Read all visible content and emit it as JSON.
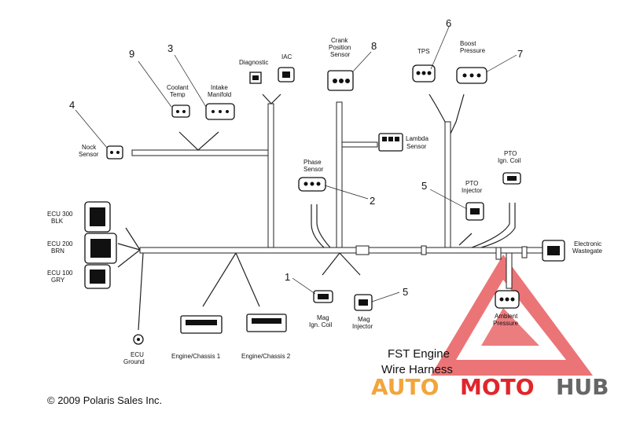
{
  "title": {
    "line1": "FST Engine",
    "line2": "Wire Harness"
  },
  "copyright": "© 2009 Polaris Sales Inc.",
  "watermark": {
    "part1": "AUTO",
    "part2": "MOTO",
    "part3": "HUB",
    "color_red": "#e0262a",
    "color_orange": "#f2a53a",
    "color_gray": "#666666"
  },
  "labels": {
    "diagnostic": "Diagnostic",
    "iac": "IAC",
    "crank": [
      "Crank",
      "Position",
      "Sensor"
    ],
    "tps": "TPS",
    "boost": [
      "Boost",
      "Pressure"
    ],
    "coolant": [
      "Coolant",
      "Temp"
    ],
    "intake": [
      "Intake",
      "Manifold"
    ],
    "nock": [
      "Nock",
      "Sensor"
    ],
    "lambda": [
      "Lambda",
      "Sensor"
    ],
    "phase": [
      "Phase",
      "Sensor"
    ],
    "pto_coil": [
      "PTO",
      "Ign. Coil"
    ],
    "pto_inj": [
      "PTO",
      "Injector"
    ],
    "ecu300": [
      "ECU 300",
      "BLK"
    ],
    "ecu200": [
      "ECU 200",
      "BRN"
    ],
    "ecu100": [
      "ECU 100",
      "GRY"
    ],
    "wastegate": [
      "Electronic",
      "Wastegate"
    ],
    "mag_coil": [
      "Mag",
      "Ign. Coil"
    ],
    "mag_inj": [
      "Mag",
      "Injector"
    ],
    "ambient": [
      "Ambient",
      "Pressure"
    ],
    "ecu_ground": [
      "ECU",
      "Ground"
    ],
    "eng1": "Engine/Chassis 1",
    "eng2": "Engine/Chassis 2"
  },
  "callouts": {
    "n1": "1",
    "n2": "2",
    "n3": "3",
    "n4": "4",
    "n5a": "5",
    "n5b": "5",
    "n6": "6",
    "n7": "7",
    "n8": "8",
    "n9": "9"
  }
}
